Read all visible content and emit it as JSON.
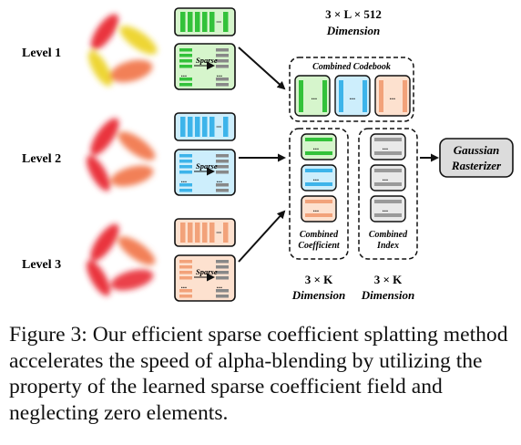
{
  "levels": [
    {
      "label": "Level 1",
      "theme": "green"
    },
    {
      "label": "Level 2",
      "theme": "blue"
    },
    {
      "label": "Level 3",
      "theme": "orange"
    }
  ],
  "sparse_label": "Sparse",
  "ellipsis": "...",
  "codebook": {
    "title": "Combined Codebook",
    "dim_line1": "3 × L × 512",
    "dim_line2": "Dimension"
  },
  "coefficient": {
    "label_line1": "Combined",
    "label_line2": "Coefficient",
    "dim_line1": "3 × K",
    "dim_line2": "Dimension"
  },
  "index": {
    "label_line1": "Combined",
    "label_line2": "Index",
    "dim_line1": "3 × K",
    "dim_line2": "Dimension"
  },
  "rasterizer": {
    "line1": "Gaussian",
    "line2": "Rasterizer"
  },
  "caption": "Figure 3: Our efficient sparse coefficient splatting method accelerates the speed of alpha-blending by utilizing the property of the learned sparse coefficient field and neglecting zero elements.",
  "colors": {
    "green_fill": "#d6f5cc",
    "green_bar": "#33c23a",
    "blue_fill": "#cdeefc",
    "blue_bar": "#3db4ea",
    "orange_fill": "#fde1cf",
    "orange_bar": "#f2a27a",
    "gray_fill": "#e9e9e9",
    "gray_bar": "#9a9a9a",
    "blob_red": "#e8202a",
    "blob_orange": "#f06a3a",
    "blob_yellow": "#ecd21c"
  }
}
